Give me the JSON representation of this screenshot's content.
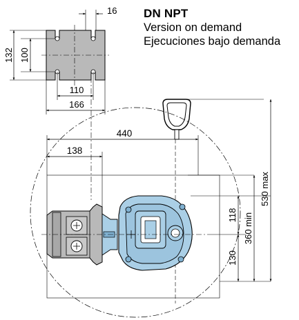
{
  "header": {
    "title": "DN NPT",
    "line1": "Version on demand",
    "line2": "Ejecuciones bajo demanda"
  },
  "dimensions": {
    "slot_width": "16",
    "flange_height": "132",
    "flange_hole_spacing": "100",
    "flange_hole_x": "110",
    "flange_width": "166",
    "overall_width": "440",
    "pipe_offset": "138",
    "actuator_upper": "118",
    "actuator_lower": "130",
    "min_height": "360 min",
    "max_height": "530 max"
  },
  "colors": {
    "actuator_fill": "#aacfe6",
    "actuator_dark": "#7fb0d0",
    "line": "#000000",
    "body_fill": "#b9b9b9"
  }
}
